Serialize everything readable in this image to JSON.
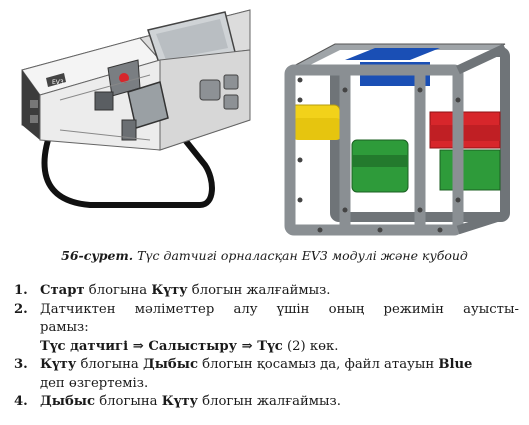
{
  "caption": {
    "label": "56-сурет.",
    "text": "Түс датчигі орналасқан EV3 модулі және кубоид"
  },
  "brick_label": "EV3",
  "steps": [
    {
      "num": "1.",
      "parts": [
        [
          "Старт",
          true
        ],
        [
          " блогына ",
          false
        ],
        [
          "Күту",
          true
        ],
        [
          " блогын жалғаймыз.",
          false
        ]
      ]
    },
    {
      "num": "2.",
      "line1": [
        "Датчиктен",
        "мәліметтер",
        "алу",
        "үшін",
        "оның",
        "режимін",
        "ауысты-"
      ],
      "line2": "рамыз:",
      "line3": [
        [
          "Түс датчигі",
          true
        ],
        [
          " ⇒ ",
          false
        ],
        [
          "Салыстыру",
          true
        ],
        [
          " ⇒ ",
          false
        ],
        [
          "Түс",
          true
        ],
        [
          " (2) көк.",
          false
        ]
      ]
    },
    {
      "num": "3.",
      "parts": [
        [
          "Күту",
          true
        ],
        [
          " блогына ",
          false
        ],
        [
          "Дыбыс",
          true
        ],
        [
          " блогын қосамыз да, файл атауын ",
          false
        ],
        [
          "Blue",
          true
        ]
      ],
      "line2": "деп өзгертеміз."
    },
    {
      "num": "4.",
      "parts": [
        [
          "Дыбыс",
          true
        ],
        [
          " блогына ",
          false
        ],
        [
          "Күту",
          true
        ],
        [
          " блогын жалғаймыз.",
          false
        ]
      ]
    }
  ],
  "colors": {
    "red": "#d7262b",
    "blue": "#1a4fb5",
    "yellow": "#f2d21a",
    "green": "#2e9b3a",
    "frame": "#8a8f93"
  }
}
